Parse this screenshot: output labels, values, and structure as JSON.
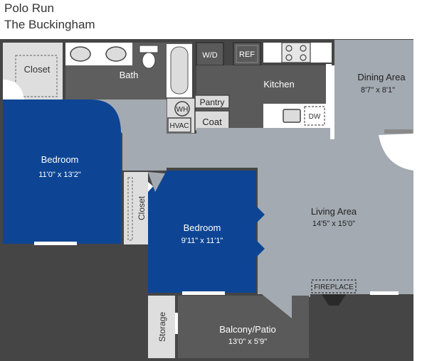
{
  "property": {
    "name": "Polo Run",
    "plan": "The Buckingham"
  },
  "colors": {
    "wall": "#454545",
    "living": "#a3aab1",
    "bedroom": "#0d4594",
    "kitchen": "#5a5a5a",
    "bath": "#5e5e5e",
    "closet": "#dedede",
    "fixture": "#dcdcdc",
    "white": "#ffffff"
  },
  "rooms": {
    "closet_top": {
      "label": "Closet"
    },
    "bath": {
      "label": "Bath"
    },
    "washer_dryer": {
      "label": "W/D"
    },
    "refrigerator": {
      "label": "REF"
    },
    "kitchen": {
      "label": "Kitchen"
    },
    "dining": {
      "label": "Dining Area",
      "size": "8'7\" x 8'1\""
    },
    "water_heater": {
      "label": "WH"
    },
    "pantry": {
      "label": "Pantry"
    },
    "hvac": {
      "label": "HVAC"
    },
    "coat": {
      "label": "Coat"
    },
    "dishwasher": {
      "label": "DW"
    },
    "bedroom1": {
      "label": "Bedroom",
      "size": "11'0\" x 13'2\""
    },
    "closet_mid": {
      "label": "Closet"
    },
    "bedroom2": {
      "label": "Bedroom",
      "size": "9'11\" x 11'1\""
    },
    "living": {
      "label": "Living Area",
      "size": "14'5\" x 15'0\""
    },
    "fireplace": {
      "label": "FIREPLACE"
    },
    "storage": {
      "label": "Storage"
    },
    "balcony": {
      "label": "Balcony/Patio",
      "size": "13'0\" x 5'9\""
    }
  }
}
